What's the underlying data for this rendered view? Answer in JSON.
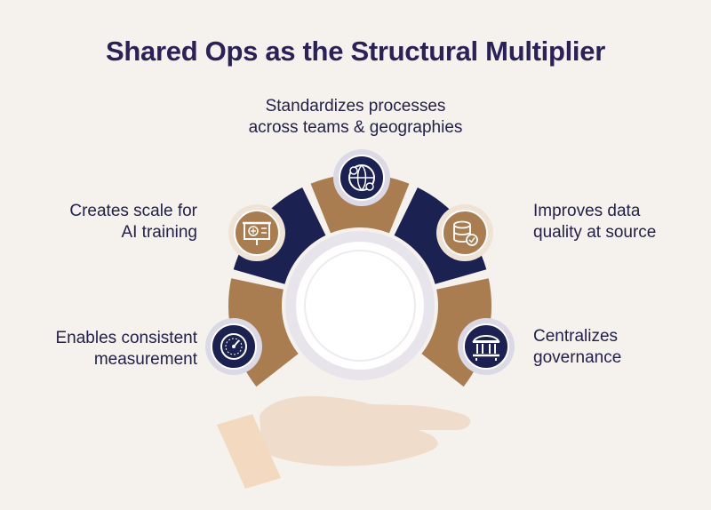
{
  "title": "Shared Ops as the Structural Multiplier",
  "colors": {
    "background": "#f5f1ec",
    "title": "#2a2158",
    "navy": "#1b2150",
    "bronze": "#a97d4f",
    "hand": "#efdccb",
    "ring": "#ebe7ee"
  },
  "items": [
    {
      "id": "top",
      "lines": [
        "Standardizes processes",
        "across teams & geographies"
      ],
      "icon": "globe-people-icon",
      "segment_color": "bronze"
    },
    {
      "id": "upper-left",
      "lines": [
        "Creates scale for",
        "AI training"
      ],
      "icon": "presentation-board-icon",
      "segment_color": "navy"
    },
    {
      "id": "upper-right",
      "lines": [
        "Improves data",
        "quality at source"
      ],
      "icon": "database-check-icon",
      "segment_color": "navy"
    },
    {
      "id": "lower-left",
      "lines": [
        "Enables consistent",
        "measurement"
      ],
      "icon": "gauge-icon",
      "segment_color": "bronze"
    },
    {
      "id": "lower-right",
      "lines": [
        "Centralizes",
        "governance"
      ],
      "icon": "government-building-icon",
      "segment_color": "bronze"
    }
  ]
}
